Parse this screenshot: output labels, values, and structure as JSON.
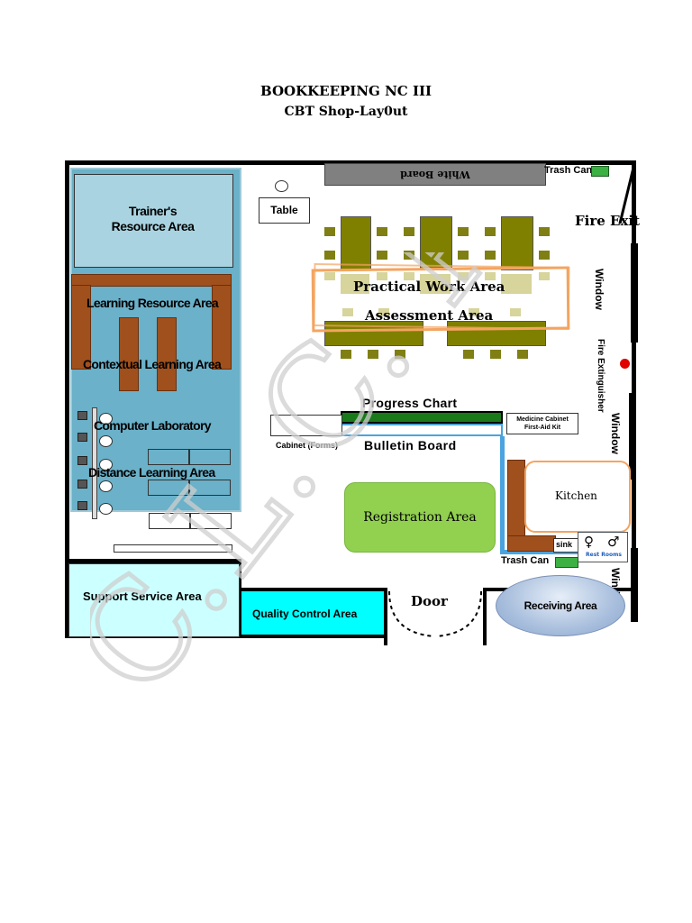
{
  "header": {
    "title": "BOOKKEEPING NC III",
    "subtitle": "CBT Shop-Lay0ut"
  },
  "areas": {
    "trainers_resource": "Trainer's\nResource Area",
    "learning_resource": "Learning Resource Area",
    "contextual_learning": "Contextual Learning Area",
    "computer_lab": "Computer Laboratory",
    "distance_learning": "Distance Learning Area",
    "practical_work": "Practical Work Area",
    "assessment": "Assessment Area",
    "registration": "Registration Area",
    "kitchen": "Kitchen",
    "support_service": "Support Service Area",
    "quality_control": "Quality Control Area",
    "receiving": "Receiving Area"
  },
  "fixtures": {
    "white_board": "White Board",
    "trash_can_top": "Trash Can",
    "fire_exit": "Fire Exit",
    "table": "Table",
    "window": "Window",
    "fire_extinguisher": "Fire Extinguisher",
    "progress_chart": "Progress Chart",
    "bulletin_board": "Bulletin Board",
    "cabinet_forms": "Cabinet (Forms)",
    "medicine_cabinet": "Medicine Cabinet\nFirst-Aid Kit",
    "sink": "sink",
    "rest_rooms": "Rest Rooms",
    "trash_can_bottom": "Trash Can",
    "door": "Door"
  },
  "watermark": "C.L.C. PRE",
  "colors": {
    "trainer_zone": "#6ab1c9",
    "trainer_box": "#a9d3e0",
    "desk": "#808000",
    "registration": "#92d050",
    "support_service": "#ccffff",
    "quality_control": "#00ffff",
    "highlight": "#f4a460"
  }
}
